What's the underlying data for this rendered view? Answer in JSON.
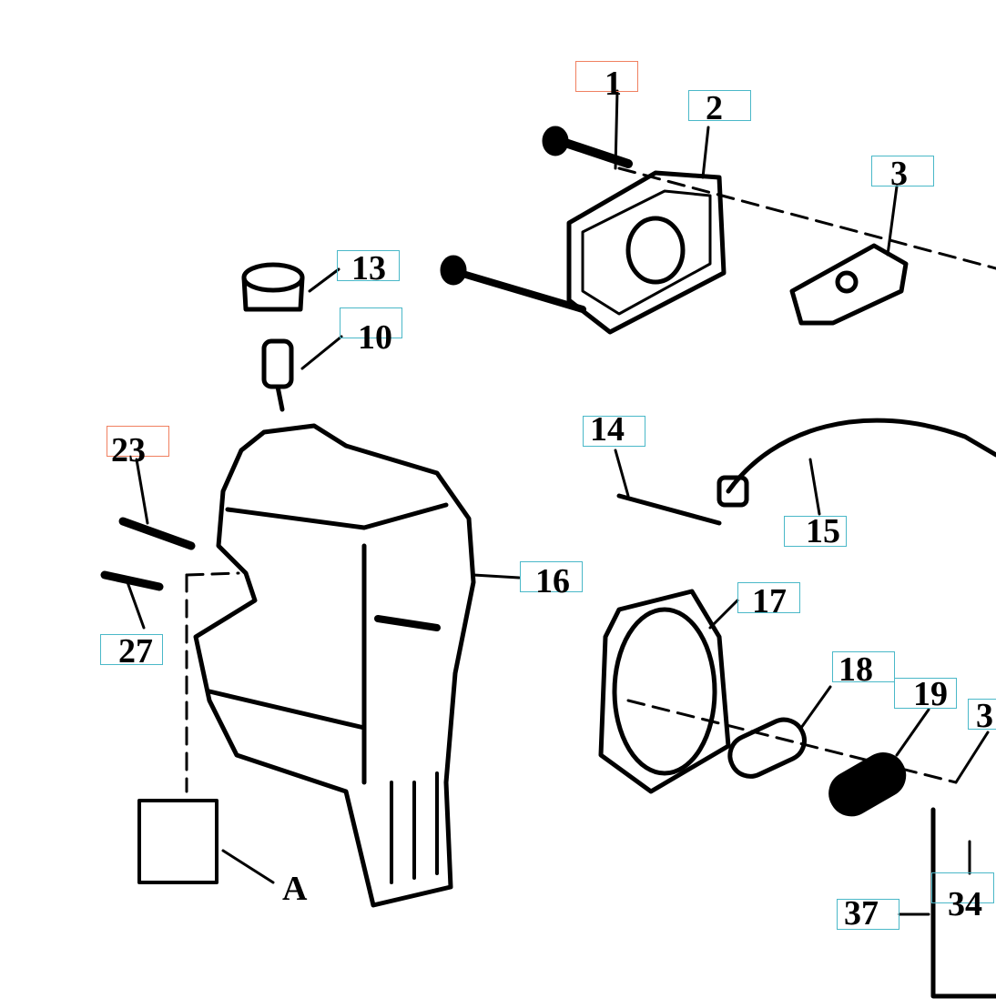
{
  "colors": {
    "label_box": "#4ab8c8",
    "highlight_box": "#f08060",
    "ink": "#000000"
  },
  "labels": [
    {
      "id": "1",
      "highlighted": true
    },
    {
      "id": "2",
      "highlighted": false
    },
    {
      "id": "3",
      "highlighted": false
    },
    {
      "id": "13",
      "highlighted": false
    },
    {
      "id": "10",
      "highlighted": false
    },
    {
      "id": "23",
      "highlighted": true
    },
    {
      "id": "27",
      "highlighted": false
    },
    {
      "id": "14",
      "highlighted": false
    },
    {
      "id": "15",
      "highlighted": false
    },
    {
      "id": "16",
      "highlighted": false
    },
    {
      "id": "17",
      "highlighted": false
    },
    {
      "id": "18",
      "highlighted": false
    },
    {
      "id": "19",
      "highlighted": false
    },
    {
      "id": "3",
      "highlighted": false
    },
    {
      "id": "34",
      "highlighted": false
    },
    {
      "id": "37",
      "highlighted": false
    }
  ],
  "detail_label": "A"
}
